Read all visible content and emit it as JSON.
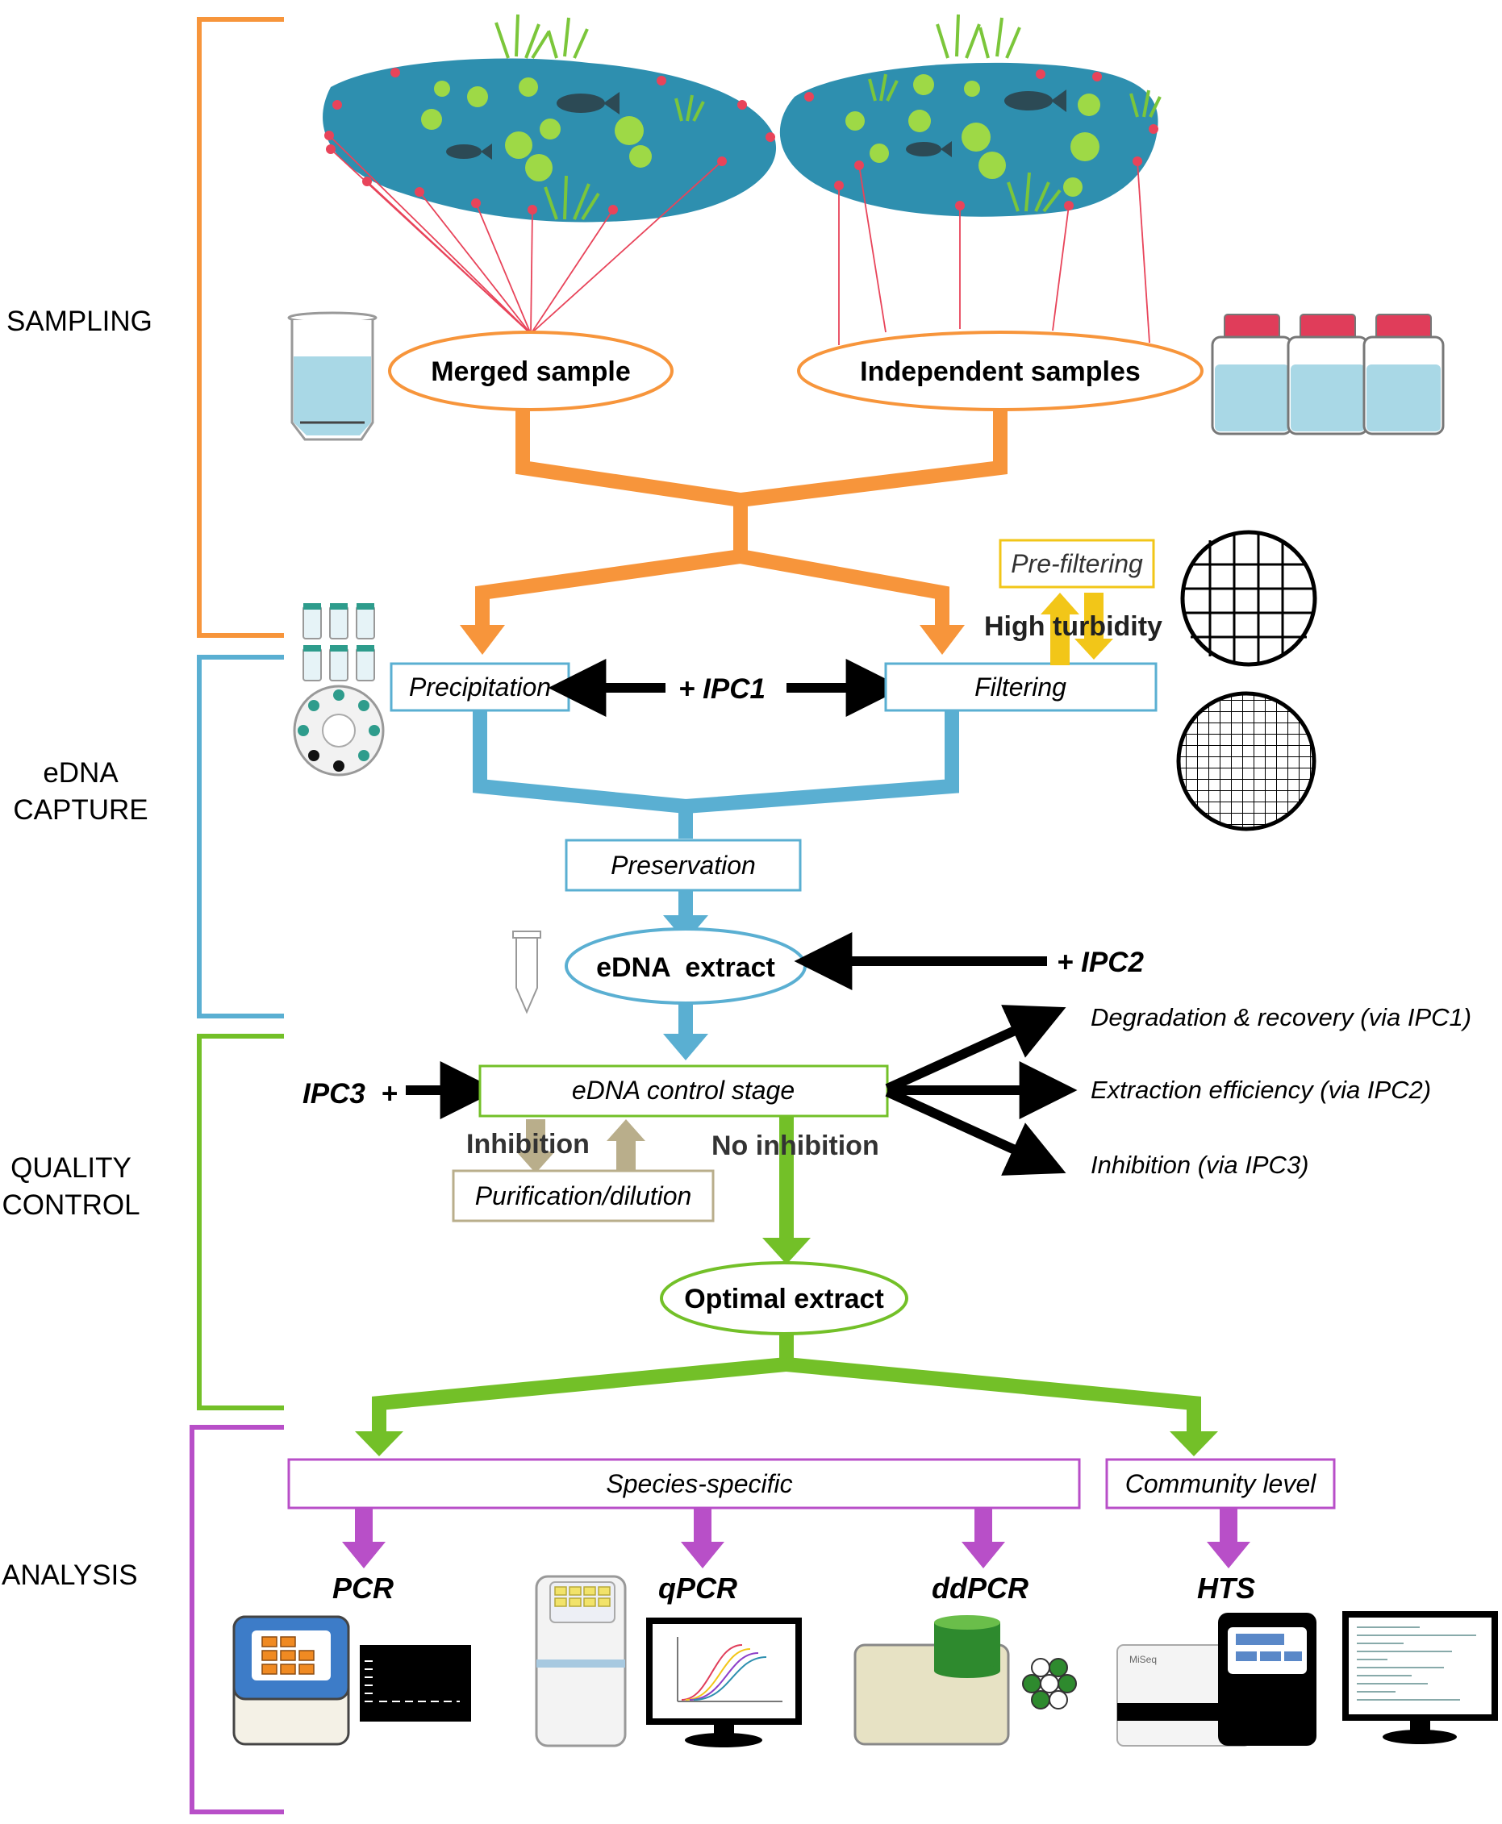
{
  "sections": {
    "sampling": "SAMPLING",
    "capture_line1": "eDNA",
    "capture_line2": "CAPTURE",
    "qc_line1": "QUALITY",
    "qc_line2": "CONTROL",
    "analysis": "ANALYSIS"
  },
  "sampling": {
    "merged": "Merged sample",
    "independent": "Independent samples"
  },
  "capture": {
    "precipitation": "Precipitation",
    "ipc1": "+ IPC1",
    "filtering": "Filtering",
    "prefiltering": "Pre-filtering",
    "high_turbidity": "High turbidity",
    "preservation": "Preservation",
    "extract": "eDNA  extract",
    "ipc2": "+ IPC2"
  },
  "quality": {
    "ipc3": "IPC3  +",
    "control_stage": "eDNA control stage",
    "inhibition": "Inhibition",
    "purification": "Purification/dilution",
    "no_inhibition": "No inhibition",
    "out1": "Degradation & recovery (via IPC1)",
    "out2": "Extraction efficiency (via IPC2)",
    "out3": "Inhibition (via IPC3)",
    "optimal": "Optimal extract"
  },
  "analysis": {
    "species_specific": "Species-specific",
    "community": "Community level",
    "pcr": "PCR",
    "qpcr": "qPCR",
    "ddpcr": "ddPCR",
    "hts": "HTS",
    "miseq": "MiSeq"
  },
  "colors": {
    "sampling": "#F7953B",
    "capture": "#5AAFD2",
    "quality": "#73C028",
    "analysis": "#B84FC8",
    "pond": "#2E8FAF",
    "turbidity_arrow": "#F2C618",
    "inhibition_arrow": "#B9AE8B"
  }
}
